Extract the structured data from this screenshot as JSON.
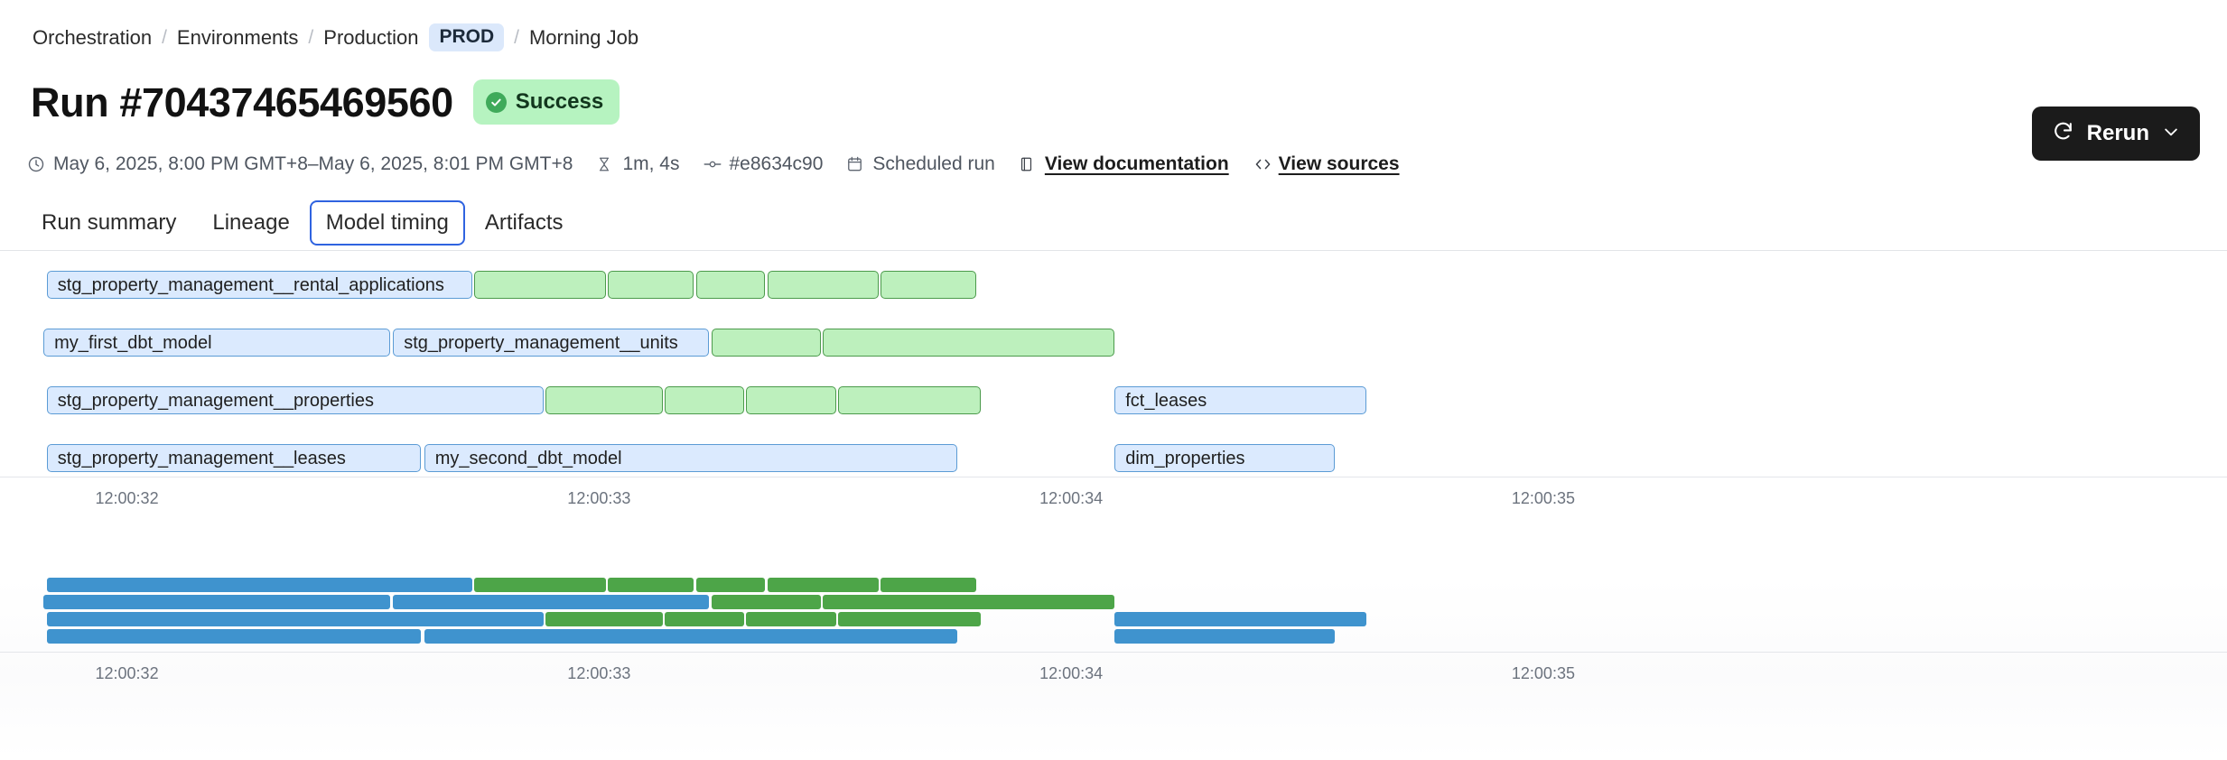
{
  "breadcrumb": {
    "items": [
      {
        "label": "Orchestration",
        "type": "link"
      },
      {
        "label": "Environments",
        "type": "link"
      },
      {
        "label": "Production",
        "type": "link"
      },
      {
        "label": "PROD",
        "type": "badge"
      },
      {
        "label": "Morning Job",
        "type": "current"
      }
    ],
    "separator": "/"
  },
  "header": {
    "title": "Run #70437465469560",
    "status": {
      "label": "Success",
      "icon": "check-circle-icon",
      "bg": "#b6f3c0",
      "fg": "#12361d"
    },
    "rerun": {
      "label": "Rerun",
      "icon": "refresh-icon",
      "chevron": "chevron-down-icon",
      "bg": "#1b1b1b"
    }
  },
  "meta": {
    "timerange": {
      "icon": "clock-icon",
      "text": "May 6, 2025, 8:00 PM GMT+8–May 6, 2025, 8:01 PM GMT+8"
    },
    "duration": {
      "icon": "hourglass-icon",
      "text": "1m, 4s"
    },
    "commit": {
      "icon": "git-commit-icon",
      "text": "#e8634c90"
    },
    "trigger": {
      "icon": "calendar-icon",
      "text": "Scheduled run"
    },
    "documentation": {
      "icon": "book-icon",
      "text": "View documentation"
    },
    "sources": {
      "icon": "code-icon",
      "text": "View sources"
    }
  },
  "tabs": [
    {
      "label": "Run summary",
      "active": false
    },
    {
      "label": "Lineage",
      "active": false
    },
    {
      "label": "Model timing",
      "active": true
    },
    {
      "label": "Artifacts",
      "active": false
    }
  ],
  "chart_data": {
    "type": "gantt",
    "title": "Model timing",
    "xlabel": "",
    "ylabel": "",
    "axis_ticks": [
      "12:00:32",
      "12:00:33",
      "12:00:34",
      "12:00:35"
    ],
    "axis_tick_pct": [
      5.7,
      26.9,
      48.1,
      69.3
    ],
    "colors": {
      "model_fill": "#dbeafe",
      "model_border": "#5b9bd5",
      "test_fill": "#bdf0bd",
      "test_border": "#4b9a4b",
      "mini_model": "#3f93ce",
      "mini_test": "#4da548"
    },
    "legend": [],
    "rows": [
      {
        "index": 0,
        "segments": [
          {
            "label": "stg_property_management__rental_applications",
            "kind": "model",
            "start_pct": 2.1,
            "width_pct": 19.1
          },
          {
            "label": "",
            "kind": "test",
            "start_pct": 21.3,
            "width_pct": 5.9
          },
          {
            "label": "",
            "kind": "test",
            "start_pct": 27.3,
            "width_pct": 3.85
          },
          {
            "label": "",
            "kind": "test",
            "start_pct": 31.25,
            "width_pct": 3.1
          },
          {
            "label": "",
            "kind": "test",
            "start_pct": 34.45,
            "width_pct": 5.0
          },
          {
            "label": "",
            "kind": "test",
            "start_pct": 39.55,
            "width_pct": 4.3
          }
        ]
      },
      {
        "index": 1,
        "segments": [
          {
            "label": "my_first_dbt_model",
            "kind": "model",
            "start_pct": 1.95,
            "width_pct": 15.55
          },
          {
            "label": "stg_property_management__units",
            "kind": "model",
            "start_pct": 17.65,
            "width_pct": 14.2
          },
          {
            "label": "",
            "kind": "test",
            "start_pct": 31.95,
            "width_pct": 4.9
          },
          {
            "label": "",
            "kind": "test",
            "start_pct": 36.95,
            "width_pct": 13.1
          }
        ]
      },
      {
        "index": 2,
        "segments": [
          {
            "label": "stg_property_management__properties",
            "kind": "model",
            "start_pct": 2.1,
            "width_pct": 22.3
          },
          {
            "label": "",
            "kind": "test",
            "start_pct": 24.5,
            "width_pct": 5.25
          },
          {
            "label": "",
            "kind": "test",
            "start_pct": 29.85,
            "width_pct": 3.55
          },
          {
            "label": "",
            "kind": "test",
            "start_pct": 33.5,
            "width_pct": 4.05
          },
          {
            "label": "",
            "kind": "test",
            "start_pct": 37.65,
            "width_pct": 6.4
          },
          {
            "label": "fct_leases",
            "kind": "model",
            "start_pct": 50.05,
            "width_pct": 11.3
          }
        ]
      },
      {
        "index": 3,
        "segments": [
          {
            "label": "stg_property_management__leases",
            "kind": "model",
            "start_pct": 2.1,
            "width_pct": 16.8
          },
          {
            "label": "my_second_dbt_model",
            "kind": "model",
            "start_pct": 19.05,
            "width_pct": 23.95
          },
          {
            "label": "dim_properties",
            "kind": "model",
            "start_pct": 50.05,
            "width_pct": 9.9
          }
        ]
      }
    ],
    "minimap": {
      "axis_ticks": [
        "12:00:32",
        "12:00:33",
        "12:00:34",
        "12:00:35"
      ],
      "axis_tick_pct": [
        5.7,
        26.9,
        48.1,
        69.3
      ],
      "rows": [
        {
          "index": 0,
          "segments": [
            {
              "kind": "model",
              "start_pct": 2.1,
              "width_pct": 19.1
            },
            {
              "kind": "test",
              "start_pct": 21.3,
              "width_pct": 5.9
            },
            {
              "kind": "test",
              "start_pct": 27.3,
              "width_pct": 3.85
            },
            {
              "kind": "test",
              "start_pct": 31.25,
              "width_pct": 3.1
            },
            {
              "kind": "test",
              "start_pct": 34.45,
              "width_pct": 5.0
            },
            {
              "kind": "test",
              "start_pct": 39.55,
              "width_pct": 4.3
            }
          ]
        },
        {
          "index": 1,
          "segments": [
            {
              "kind": "model",
              "start_pct": 1.95,
              "width_pct": 15.55
            },
            {
              "kind": "model",
              "start_pct": 17.65,
              "width_pct": 14.2
            },
            {
              "kind": "test",
              "start_pct": 31.95,
              "width_pct": 4.9
            },
            {
              "kind": "test",
              "start_pct": 36.95,
              "width_pct": 13.1
            }
          ]
        },
        {
          "index": 2,
          "segments": [
            {
              "kind": "model",
              "start_pct": 2.1,
              "width_pct": 22.3
            },
            {
              "kind": "test",
              "start_pct": 24.5,
              "width_pct": 5.25
            },
            {
              "kind": "test",
              "start_pct": 29.85,
              "width_pct": 3.55
            },
            {
              "kind": "test",
              "start_pct": 33.5,
              "width_pct": 4.05
            },
            {
              "kind": "test",
              "start_pct": 37.65,
              "width_pct": 6.4
            },
            {
              "kind": "model",
              "start_pct": 50.05,
              "width_pct": 11.3
            }
          ]
        },
        {
          "index": 3,
          "segments": [
            {
              "kind": "model",
              "start_pct": 2.1,
              "width_pct": 16.8
            },
            {
              "kind": "model",
              "start_pct": 19.05,
              "width_pct": 23.95
            },
            {
              "kind": "model",
              "start_pct": 50.05,
              "width_pct": 9.9
            }
          ]
        }
      ]
    }
  }
}
